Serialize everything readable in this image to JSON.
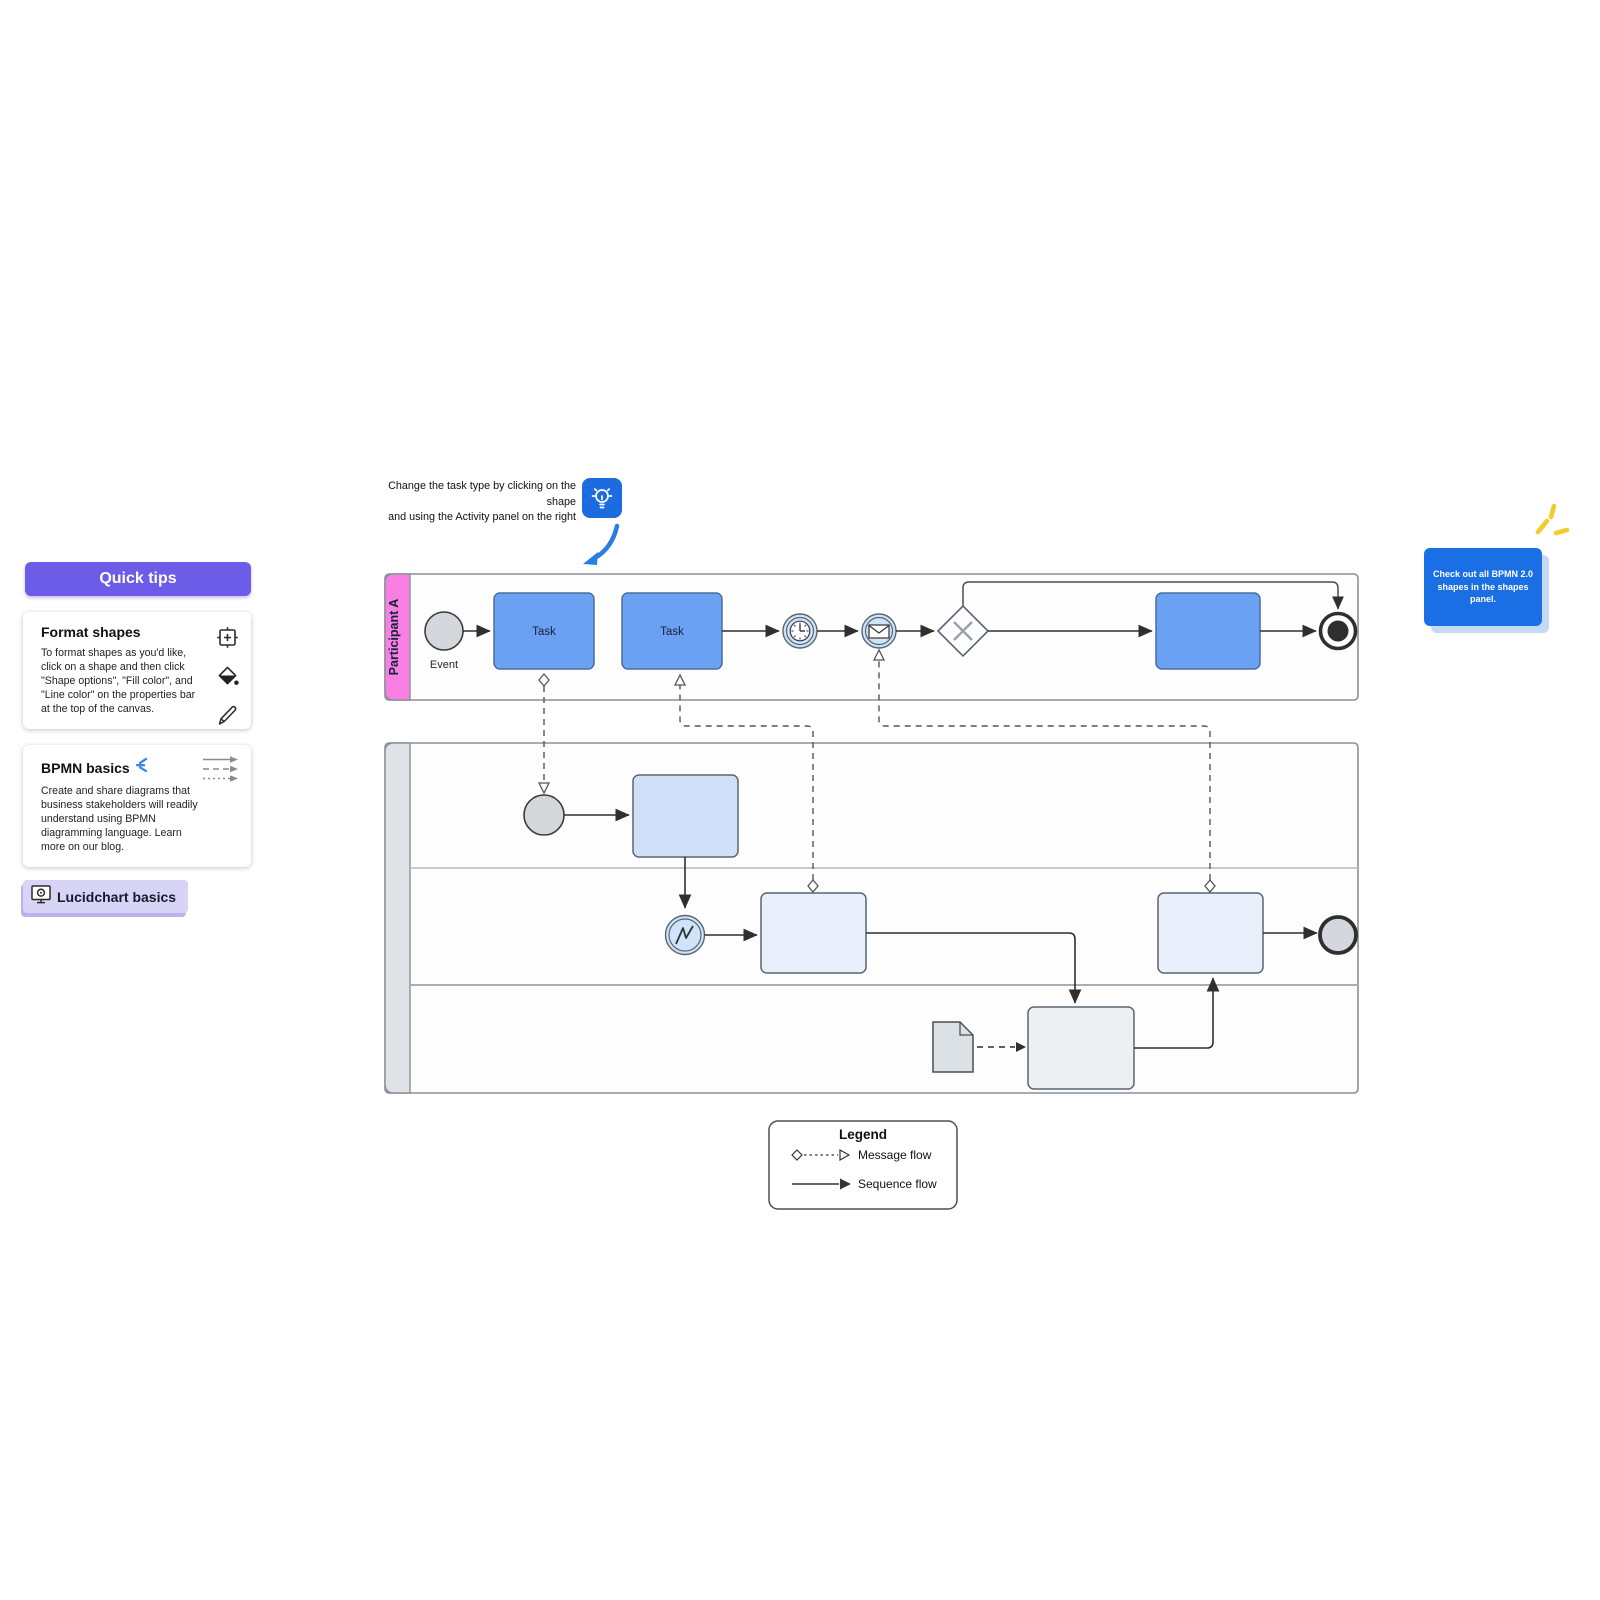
{
  "sidebar": {
    "quick_tips_title": "Quick tips",
    "format_shapes": {
      "title": "Format shapes",
      "body": "To format shapes as you'd like, click on a shape and then click \"Shape options\", \"Fill color\", and \"Line color\" on the properties bar at the top of the canvas."
    },
    "bpmn_basics": {
      "title": "BPMN basics",
      "body": "Create and share diagrams that business stakeholders will readily understand using BPMN diagramming language. Learn more on our blog."
    },
    "lucidchart_basics_label": "Lucidchart basics"
  },
  "tip": {
    "line1": "Change the task type by clicking on the shape",
    "line2": "and using the Activity panel on the right"
  },
  "callout": {
    "text": "Check out all BPMN 2.0 shapes in the shapes panel."
  },
  "diagram": {
    "pool1": {
      "label": "Participant A",
      "event_label": "Event",
      "task1_label": "Task",
      "task2_label": "Task"
    },
    "legend": {
      "title": "Legend",
      "items": [
        {
          "label": "Message flow"
        },
        {
          "label": "Sequence flow"
        }
      ]
    }
  },
  "colors": {
    "accent_purple": "#6c5ce7",
    "lavender_chip": "#d8d4f6",
    "pool_pink": "#f980e2",
    "task_blue": "#6ba1f2",
    "event_light_blue": "#cfe3f9",
    "lane_box_blue": "#cfe0f8",
    "lane_box_pale": "#e9f0fb",
    "neutral_box_gray": "#edeff1",
    "callout_blue": "#1a6fe4",
    "sparkle_yellow": "#f0cd2e"
  }
}
